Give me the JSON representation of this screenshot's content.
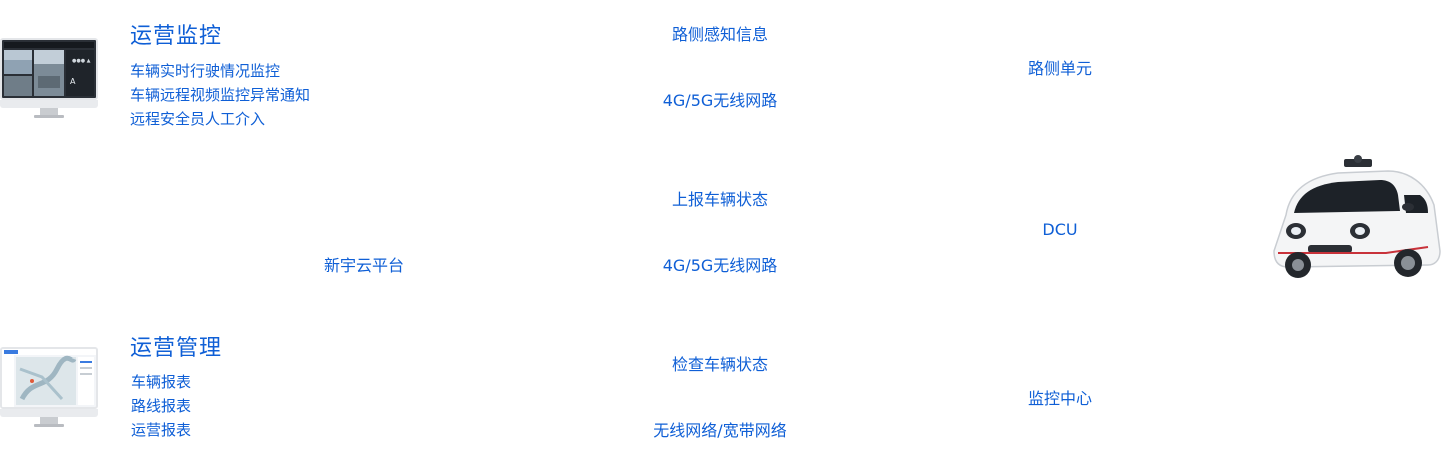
{
  "ops_monitoring": {
    "title": "运营监控",
    "items": [
      "车辆实时行驶情况监控",
      "车辆远程视频监控异常通知",
      "远程安全员人工介入"
    ]
  },
  "ops_management": {
    "title": "运营管理",
    "items": [
      "车辆报表",
      "路线报表",
      "运营报表"
    ]
  },
  "platform": {
    "label": "新宇云平台"
  },
  "links": {
    "top": {
      "info": "路侧感知信息",
      "network": "4G/5G无线网路"
    },
    "middle": {
      "info": "上报车辆状态",
      "network": "4G/5G无线网路"
    },
    "bottom": {
      "info": "检查车辆状态",
      "network": "无线网络/宽带网络"
    }
  },
  "endpoints": {
    "roadside": "路侧单元",
    "dcu": "DCU",
    "monitor_center": "监控中心"
  },
  "colors": {
    "accent": "#0f5fd6"
  }
}
